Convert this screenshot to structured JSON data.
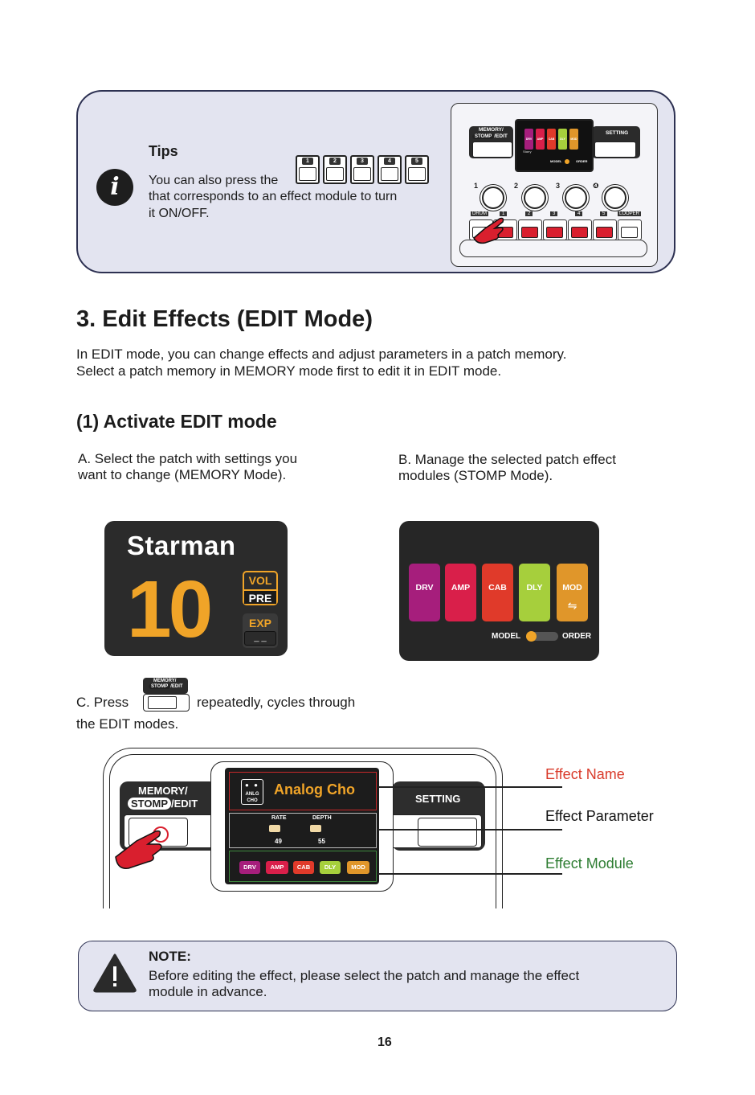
{
  "tips": {
    "title": "Tips",
    "line1": "You can also press the",
    "line2": "that corresponds to an effect module to turn",
    "line3": "it ON/OFF.",
    "footswitch_numbers": [
      "1",
      "2",
      "3",
      "4",
      "5"
    ],
    "icon": "info-icon"
  },
  "thumbnail": {
    "memory_label": "MEMORY/",
    "stomp_label": "STOMP",
    "edit_label": "/EDIT",
    "setting_label": "SETTING",
    "modules": [
      "DRV",
      "AMP",
      "CAB",
      "DLY",
      "MOD"
    ],
    "model_label": "MODEL",
    "order_label": "ORDER",
    "knob_numbers": [
      "1",
      "2",
      "3",
      "❹"
    ],
    "drum_label": "DRUM",
    "looper_label": "LOOPER",
    "foot_numbers": [
      "1",
      "2",
      "3",
      "4",
      "5"
    ],
    "screen_text": "Starry"
  },
  "heading": "3. Edit Effects (EDIT Mode)",
  "intro": {
    "line1": "In EDIT mode, you can change effects and adjust parameters in a patch memory.",
    "line2": "Select a patch memory in MEMORY mode first to edit it in EDIT mode."
  },
  "subheading": "(1) Activate EDIT mode",
  "step_a": {
    "line1": "A. Select the patch with settings you",
    "line2": "want to change (MEMORY Mode)."
  },
  "step_b": {
    "line1": "B. Manage the selected patch effect",
    "line2": "modules (STOMP Mode)."
  },
  "display_a": {
    "patch_name": "Starman",
    "patch_number": "10",
    "vol_label": "VOL",
    "pre_label": "PRE",
    "exp_label": "EXP",
    "exp_value": "_ _"
  },
  "display_b": {
    "modules": [
      {
        "label": "DRV",
        "color": "#a61e7c"
      },
      {
        "label": "AMP",
        "color": "#d91f4a"
      },
      {
        "label": "CAB",
        "color": "#e03a2a"
      },
      {
        "label": "DLY",
        "color": "#a6cf3c"
      },
      {
        "label": "MOD",
        "color": "#e0962a"
      }
    ],
    "swap_icon": "⇋",
    "model_label": "MODEL",
    "order_label": "ORDER"
  },
  "step_c": {
    "press": "C. Press",
    "after": "repeatedly, cycles through",
    "line2": "the EDIT modes.",
    "btn_memory": "MEMORY/",
    "btn_stomp": "STOMP",
    "btn_edit": "/EDIT"
  },
  "device": {
    "memory_label": "MEMORY/",
    "stomp_label": "STOMP",
    "edit_label": "/EDIT",
    "setting_label": "SETTING",
    "effect_tag_line1": "ANLG",
    "effect_tag_line2": "CHO",
    "effect_dots": "● ●",
    "effect_name": "Analog Cho",
    "params": [
      {
        "label": "RATE",
        "value": "49"
      },
      {
        "label": "DEPTH",
        "value": "55"
      }
    ],
    "modules": [
      {
        "label": "DRV",
        "color": "#a61e7c"
      },
      {
        "label": "AMP",
        "color": "#d91f4a"
      },
      {
        "label": "CAB",
        "color": "#e03a2a"
      },
      {
        "label": "DLY",
        "color": "#a6cf3c"
      },
      {
        "label": "MOD",
        "color": "#e0962a"
      }
    ]
  },
  "callouts": {
    "effect_name": {
      "text": "Effect Name",
      "color": "#d93a2a"
    },
    "effect_parameter": {
      "text": "Effect Parameter",
      "color": "#111111"
    },
    "effect_module": {
      "text": "Effect Module",
      "color": "#2e7d32"
    }
  },
  "note": {
    "title": "NOTE:",
    "line1": "Before editing the effect, please select the patch and manage the effect",
    "line2": "module in advance.",
    "icon": "warning-icon"
  },
  "page_number": "16"
}
